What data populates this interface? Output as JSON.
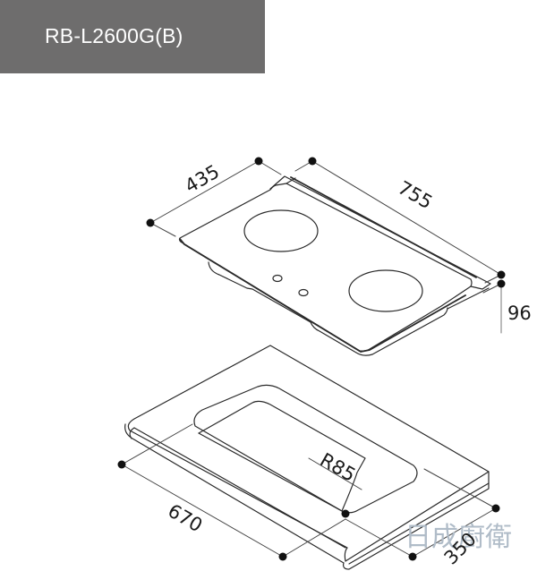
{
  "header": {
    "model": "RB-L2600G(B)",
    "background_color": "#6e6d6d"
  },
  "hob_dimensions": {
    "depth": "435",
    "width": "755",
    "height": "96"
  },
  "cutout_dimensions": {
    "width": "670",
    "depth": "350",
    "corner_radius": "R85"
  },
  "watermark": "日成廚衛",
  "colors": {
    "line": "#2a2a2a",
    "dot": "#111111",
    "dim_line": "#444444",
    "watermark": "#b0bcc8"
  }
}
